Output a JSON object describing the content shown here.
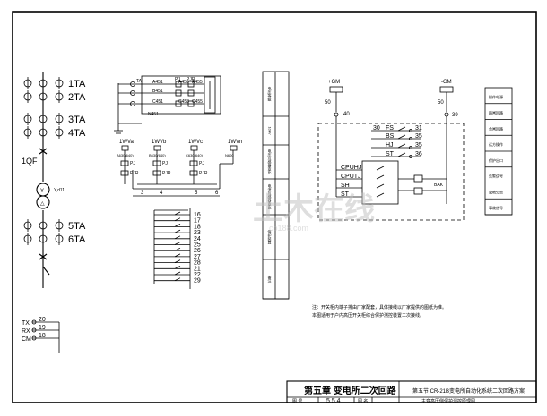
{
  "left_panel": {
    "ct_labels": [
      "1TA",
      "2TA",
      "3TA",
      "4TA",
      "5TA",
      "6TA"
    ],
    "breaker_label": "1QF",
    "transformer_label": "Y,d11",
    "comm_labels": [
      {
        "sig": "TX",
        "num": "20"
      },
      {
        "sig": "RX",
        "num": "19"
      },
      {
        "sig": "CM",
        "num": "18"
      }
    ]
  },
  "ct_circuit": {
    "top_rows": [
      {
        "left": "TA",
        "mid": "A451",
        "mid2": "A453",
        "right": "A455"
      },
      {
        "left": "",
        "mid": "B451",
        "mid2": "",
        "right": ""
      },
      {
        "left": "",
        "mid": "C451",
        "mid2": "C453",
        "right": "C455"
      }
    ],
    "n_label": "N451",
    "pj_labels": [
      "PJ",
      "PJR"
    ]
  },
  "vt_circuit": {
    "headers": [
      "1WVa",
      "1WVb",
      "1WVc",
      "1WVn"
    ],
    "wire_labels": [
      "A630(640)",
      "B630(640)",
      "C630(640)",
      "N600"
    ],
    "pj_labels": [
      "PJ",
      "PJR",
      "PJ",
      "PJR",
      "PJ",
      "PJR"
    ],
    "bus_terms": [
      "3",
      "4",
      "5",
      "6"
    ]
  },
  "di_terminals": [
    "16",
    "17",
    "18",
    "23",
    "24",
    "25",
    "26",
    "27",
    "28",
    "21",
    "22",
    "29"
  ],
  "info_table": {
    "rows": [
      "电压等级",
      "10kV",
      "电压互感器变比",
      "电流互感器变比",
      "保护装置",
      "备注"
    ]
  },
  "control_circuit": {
    "left_bus": "+GM",
    "right_bus": "-GM",
    "fuse_labels": [
      "50",
      "50"
    ],
    "left_node": "40",
    "right_node": "39",
    "relay_rows": [
      {
        "name": "FS",
        "l": "30",
        "r": "31"
      },
      {
        "name": "BS",
        "l": "",
        "r": "35"
      },
      {
        "name": "HJ",
        "l": "",
        "r": "35"
      },
      {
        "name": "ST",
        "l": "",
        "r": "36"
      }
    ],
    "module_labels": [
      "CPUHJ",
      "CPUTJ",
      "SH",
      "ST"
    ],
    "bak_label": "BAK"
  },
  "legend_table": {
    "rows": [
      "操作电源",
      "跳闸回路",
      "合闸回路",
      "远方操作",
      "保护出口",
      "告警信号",
      "就地分合",
      "事故信号"
    ]
  },
  "note": {
    "line1": "注：开关柜内端子排由厂家配套，具体接线以厂家提供的图纸为准。",
    "line2": "    本图适用于户内高压开关柜综合保护测控装置二次接线。"
  },
  "title_block": {
    "chapter": "第五章  变电所二次回路",
    "project": "第五节  CR-21B变电所自动化系统二次回路方案",
    "fig_label": "图  号",
    "fig_number": "5.5.4",
    "drawing_label": "图  名",
    "drawing_name": "主变高压侧保护测控原理图"
  },
  "watermark": {
    "main": "土木在线",
    "sub": "co188.com"
  }
}
